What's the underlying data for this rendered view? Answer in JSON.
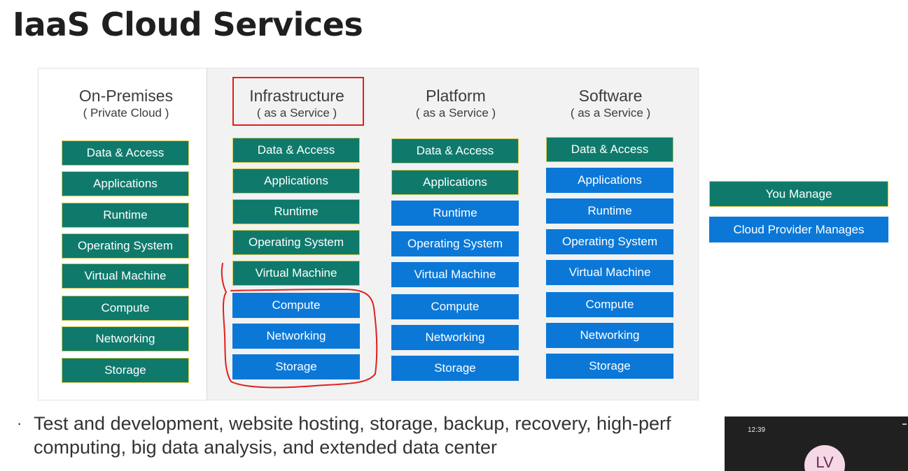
{
  "title": "IaaS Cloud Services",
  "columns": [
    {
      "heading": "On-Premises",
      "subheading": "( Private Cloud )",
      "layers": [
        {
          "label": "Data & Access",
          "managed_by": "you"
        },
        {
          "label": "Applications",
          "managed_by": "you"
        },
        {
          "label": "Runtime",
          "managed_by": "you"
        },
        {
          "label": "Operating System",
          "managed_by": "you"
        },
        {
          "label": "Virtual Machine",
          "managed_by": "you"
        },
        {
          "label": "Compute",
          "managed_by": "you"
        },
        {
          "label": "Networking",
          "managed_by": "you"
        },
        {
          "label": "Storage",
          "managed_by": "you"
        }
      ]
    },
    {
      "heading": "Infrastructure",
      "subheading": "( as a Service )",
      "highlighted": true,
      "layers": [
        {
          "label": "Data & Access",
          "managed_by": "you"
        },
        {
          "label": "Applications",
          "managed_by": "you"
        },
        {
          "label": "Runtime",
          "managed_by": "you"
        },
        {
          "label": "Operating System",
          "managed_by": "you"
        },
        {
          "label": "Virtual Machine",
          "managed_by": "you"
        },
        {
          "label": "Compute",
          "managed_by": "cloud"
        },
        {
          "label": "Networking",
          "managed_by": "cloud"
        },
        {
          "label": "Storage",
          "managed_by": "cloud"
        }
      ]
    },
    {
      "heading": "Platform",
      "subheading": "( as a Service )",
      "layers": [
        {
          "label": "Data & Access",
          "managed_by": "you"
        },
        {
          "label": "Applications",
          "managed_by": "you"
        },
        {
          "label": "Runtime",
          "managed_by": "cloud"
        },
        {
          "label": "Operating System",
          "managed_by": "cloud"
        },
        {
          "label": "Virtual Machine",
          "managed_by": "cloud"
        },
        {
          "label": "Compute",
          "managed_by": "cloud"
        },
        {
          "label": "Networking",
          "managed_by": "cloud"
        },
        {
          "label": "Storage",
          "managed_by": "cloud"
        }
      ]
    },
    {
      "heading": "Software",
      "subheading": "( as a Service )",
      "layers": [
        {
          "label": "Data & Access",
          "managed_by": "you"
        },
        {
          "label": "Applications",
          "managed_by": "cloud"
        },
        {
          "label": "Runtime",
          "managed_by": "cloud"
        },
        {
          "label": "Operating System",
          "managed_by": "cloud"
        },
        {
          "label": "Virtual Machine",
          "managed_by": "cloud"
        },
        {
          "label": "Compute",
          "managed_by": "cloud"
        },
        {
          "label": "Networking",
          "managed_by": "cloud"
        },
        {
          "label": "Storage",
          "managed_by": "cloud"
        }
      ]
    }
  ],
  "legend": {
    "you_label": "You Manage",
    "cloud_label": "Cloud Provider Manages"
  },
  "colors": {
    "you_manage": "#0f7a6c",
    "you_manage_border": "#d7c94a",
    "cloud_manages": "#0b78d8",
    "annotation": "#e0201b"
  },
  "bullet": {
    "symbol": "·",
    "line1": "Test and development, website hosting, storage, backup, recovery, high-perf",
    "line2": "computing, big data analysis, and extended data center"
  },
  "video_tile": {
    "time": "12:39",
    "initials": "LV"
  }
}
